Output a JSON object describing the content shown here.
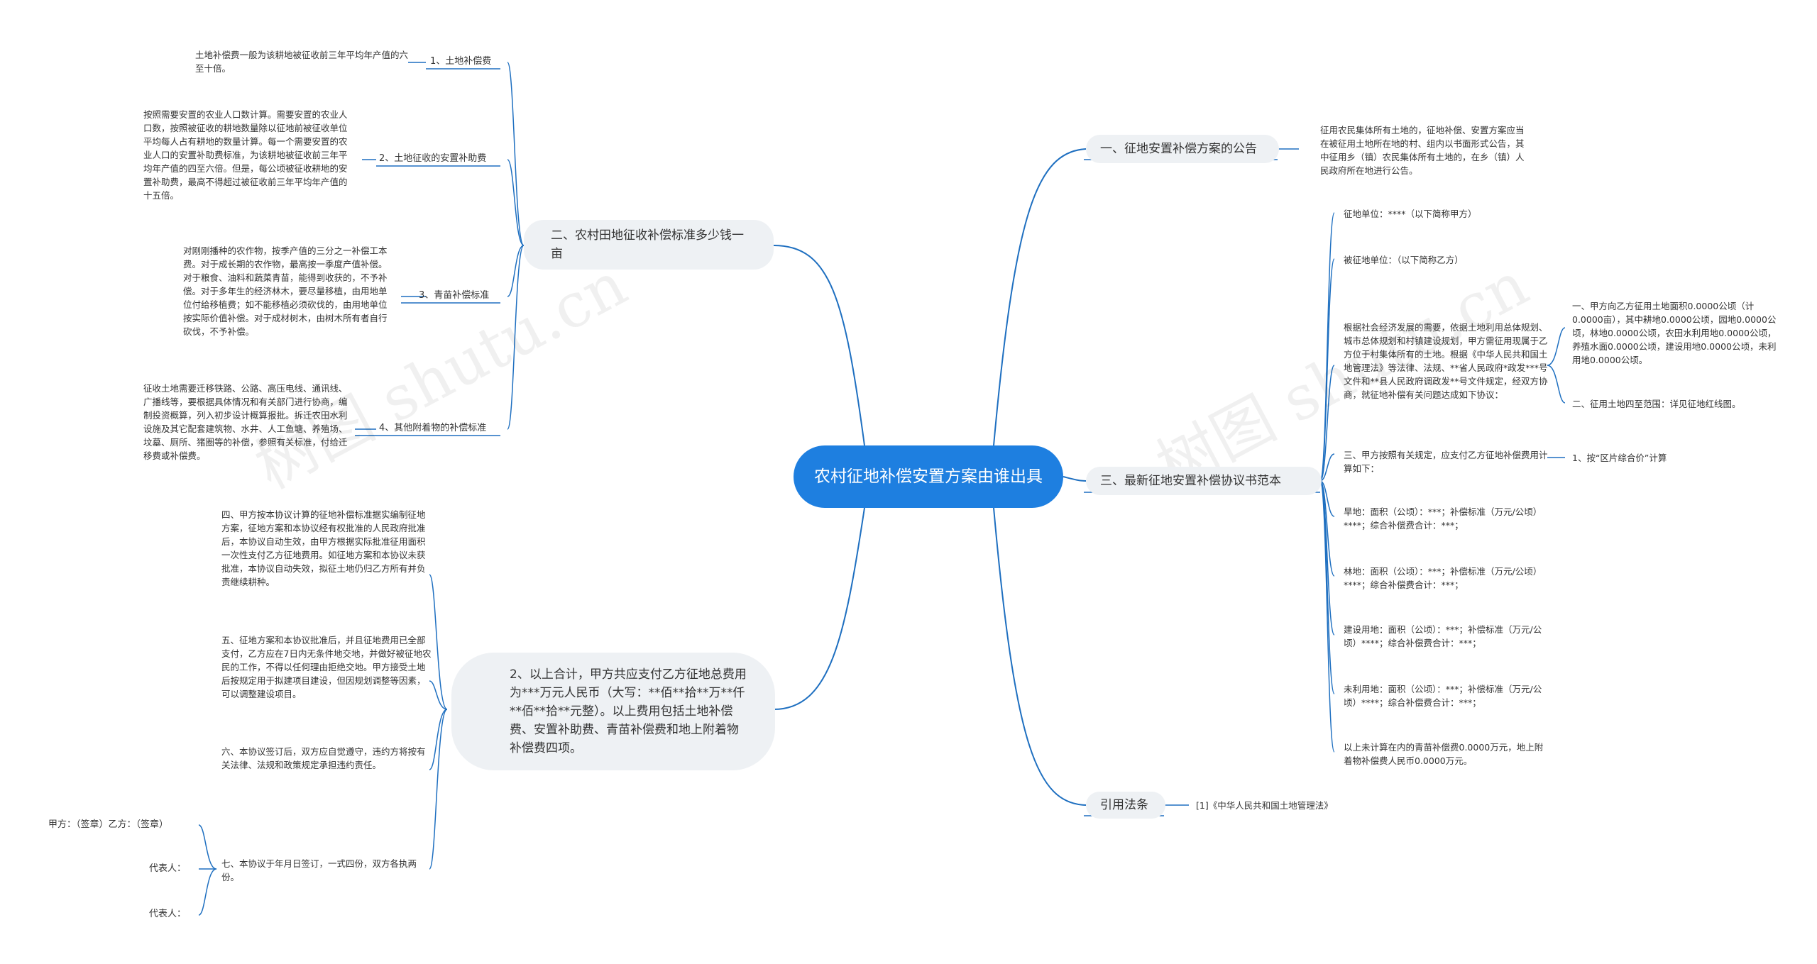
{
  "root": "农村征地补偿安置方案由谁出具",
  "left": {
    "b1": {
      "title": "二、农村田地征收补偿标准多少钱一亩",
      "items": [
        {
          "label": "1、土地补偿费",
          "text": "土地补偿费一般为该耕地被征收前三年平均年产值的六至十倍。"
        },
        {
          "label": "2、土地征收的安置补助费",
          "text": "按照需要安置的农业人口数计算。需要安置的农业人口数，按照被征收的耕地数量除以征地前被征收单位平均每人占有耕地的数量计算。每一个需要安置的农业人口的安置补助费标准，为该耕地被征收前三年平均年产值的四至六倍。但是，每公顷被征收耕地的安置补助费，最高不得超过被征收前三年平均年产值的十五倍。"
        },
        {
          "label": "3、青苗补偿标准",
          "text": "对刚刚播种的农作物，按季产值的三分之一补偿工本费。对于成长期的农作物，最高按一季度产值补偿。对于粮食、油料和蔬菜青苗，能得到收获的，不予补偿。对于多年生的经济林木，要尽量移植，由用地单位付给移植费；如不能移植必须砍伐的，由用地单位按实际价值补偿。对于成材树木，由树木所有者自行砍伐，不予补偿。"
        },
        {
          "label": "4、其他附着物的补偿标准",
          "text": "征收土地需要迁移铁路、公路、高压电线、通讯线、广播线等，要根据具体情况和有关部门进行协商，编制投资概算，列入初步设计概算报批。拆迁农田水利设施及其它配套建筑物、水井、人工鱼塘、养殖场、坟墓、厕所、猪圈等的补偿，参照有关标准，付给迁移费或补偿费。"
        }
      ]
    },
    "b2": {
      "title": "2、以上合计，甲方共应支付乙方征地总费用为***万元人民币（大写：**佰**拾**万**仟**佰**拾**元整）。以上费用包括土地补偿费、安置补助费、青苗补偿费和地上附着物补偿费四项。",
      "items": [
        {
          "text": "四、甲方按本协议计算的征地补偿标准据实编制征地方案，征地方案和本协议经有权批准的人民政府批准后，本协议自动生效，由甲方根据实际批准征用面积一次性支付乙方征地费用。如征地方案和本协议未获批准，本协议自动失效，拟征土地仍归乙方所有并负责继续耕种。"
        },
        {
          "text": "五、征地方案和本协议批准后，并且征地费用已全部支付，乙方应在7日内无条件地交地，并做好被征地农民的工作，不得以任何理由拒绝交地。甲方接受土地后按规定用于拟建项目建设，但因规划调整等因素，可以调整建设项目。"
        },
        {
          "text": "六、本协议签订后，双方应自觉遵守，违约方将按有关法律、法规和政策规定承担违约责任。"
        },
        {
          "text": "七、本协议于年月日签订，一式四份，双方各执两份。"
        }
      ],
      "sign": [
        "甲方：（签章）乙方：（签章）",
        "代表人：",
        "代表人："
      ]
    }
  },
  "right": {
    "b1": {
      "title": "一、征地安置补偿方案的公告",
      "text": "征用农民集体所有土地的，征地补偿、安置方案应当在被征用土地所在地的村、组内以书面形式公告，其中征用乡（镇）农民集体所有土地的，在乡（镇）人民政府所在地进行公告。"
    },
    "b2": {
      "title": "三、最新征地安置补偿协议书范本",
      "items": [
        {
          "text": "征地单位：****（以下简称甲方）"
        },
        {
          "text": "被征地单位：（以下简称乙方）"
        },
        {
          "text": "根据社会经济发展的需要，依据土地利用总体规划、城市总体规划和村镇建设规划，甲方需征用现属于乙方位于村集体所有的土地。根据《中华人民共和国土地管理法》等法律、法规、**省人民政府*政发***号文件和**县人民政府调政发**号文件规定，经双方协商，就征地补偿有关问题达成如下协议："
        },
        {
          "text": "三、甲方按照有关规定，应支付乙方征地补偿费用计算如下："
        },
        {
          "text": "旱地：面积（公顷）：***；补偿标准（万元/公顷）****；综合补偿费合计：***；"
        },
        {
          "text": "林地：面积（公顷）：***；补偿标准（万元/公顷）****；综合补偿费合计：***；"
        },
        {
          "text": "建设用地：面积（公顷）：***；补偿标准（万元/公顷）****；综合补偿费合计：***；"
        },
        {
          "text": "未利用地：面积（公顷）：***；补偿标准（万元/公顷）****；综合补偿费合计：***；"
        },
        {
          "text": "以上未计算在内的青苗补偿费0.0000万元，地上附着物补偿费人民币0.0000万元。"
        }
      ],
      "sub3": [
        "一、甲方向乙方征用土地面积0.0000公顷（计0.0000亩），其中耕地0.0000公顷，园地0.0000公顷，林地0.0000公顷，农田水利用地0.0000公顷，养殖水面0.0000公顷，建设用地0.0000公顷，未利用地0.0000公顷。",
        "二、征用土地四至范围：详见征地红线图。"
      ],
      "sub4": "1、按“区片综合价”计算"
    },
    "b3": {
      "title": "引用法条",
      "text": "[1]《中华人民共和国土地管理法》"
    }
  },
  "watermark": [
    "树图 shutu.cn",
    "树图 shutu.cn"
  ],
  "colors": {
    "line": "#1e6fc0",
    "root": "#1e7fe0",
    "branch_bg": "#eef1f4"
  }
}
